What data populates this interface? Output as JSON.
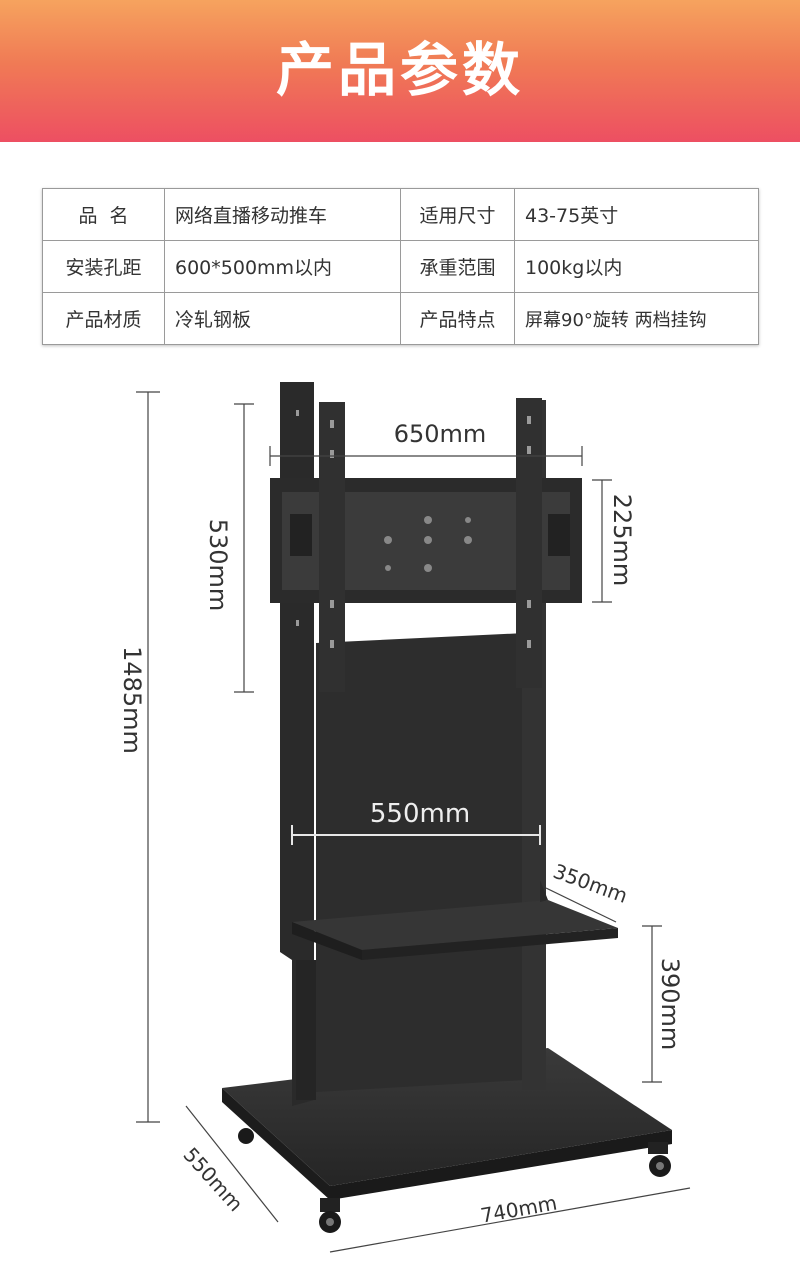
{
  "header": {
    "title": "产品参数"
  },
  "specs": [
    [
      "品  名",
      "网络直播移动推车",
      "适用尺寸",
      "43-75英寸"
    ],
    [
      "安装孔距",
      "600*500mm以内",
      "承重范围",
      "100kg以内"
    ],
    [
      "产品材质",
      "冷轧钢板",
      "产品特点",
      "屏幕90°旋转 两档挂钩"
    ]
  ],
  "dimensions": {
    "total_height": "1485mm",
    "bracket_width": "650mm",
    "bracket_height": "530mm",
    "mount_height": "225mm",
    "panel_width": "550mm",
    "shelf_depth": "350mm",
    "shelf_height": "390mm",
    "base_depth": "550mm",
    "base_width": "740mm"
  },
  "colors": {
    "banner_top": "#f6a35e",
    "banner_bottom": "#ed4f62",
    "stand": "#2e2e2e"
  }
}
